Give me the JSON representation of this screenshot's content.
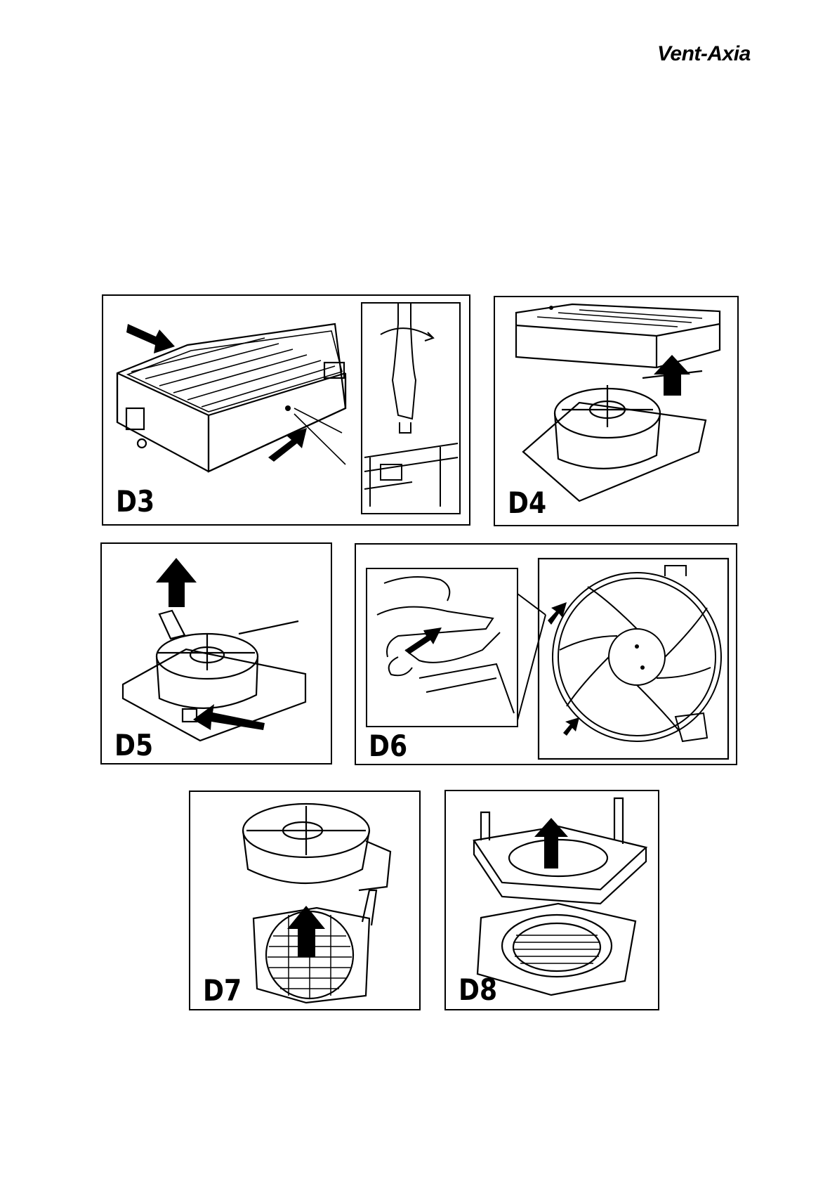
{
  "brand": {
    "logo_text": "Vent-Axia"
  },
  "panels": {
    "d3": {
      "label": "D3"
    },
    "d4": {
      "label": "D4"
    },
    "d5": {
      "label": "D5"
    },
    "d6": {
      "label": "D6"
    },
    "d7": {
      "label": "D7"
    },
    "d8": {
      "label": "D8"
    }
  }
}
